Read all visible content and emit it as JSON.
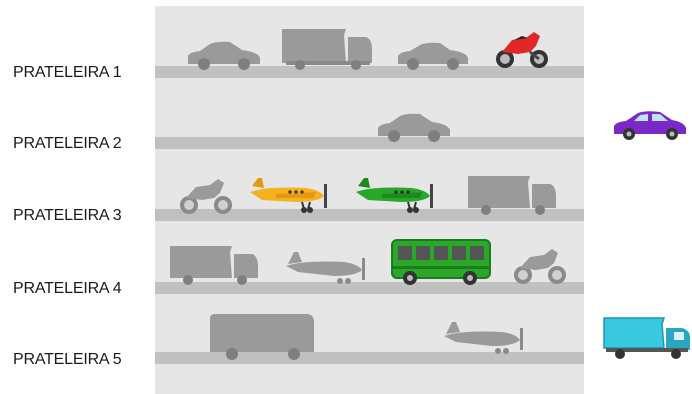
{
  "shelves": [
    {
      "label": "PRATELEIRA 1"
    },
    {
      "label": "PRATELEIRA 2"
    },
    {
      "label": "PRATELEIRA 3"
    },
    {
      "label": "PRATELEIRA 4"
    },
    {
      "label": "PRATELEIRA 5"
    }
  ],
  "colors": {
    "panel": "#e6e6e6",
    "shelf": "#c0c0c0",
    "silhouette": "#9a9a9a",
    "motorcycle": "#e02828",
    "car": "#7a28c8",
    "plane_yellow": "#f5b21e",
    "plane_green": "#28a828",
    "bus": "#2aa828",
    "truck": "#38c8e0"
  },
  "vehicles": {
    "shelf_1": [
      "car-silhouette",
      "truck-silhouette",
      "car-silhouette",
      "motorcycle-red"
    ],
    "shelf_2": [
      "car-silhouette"
    ],
    "shelf_3": [
      "motorcycle-silhouette",
      "airplane-yellow",
      "airplane-green",
      "truck-silhouette"
    ],
    "shelf_4": [
      "truck-silhouette",
      "airplane-silhouette",
      "bus-green",
      "motorcycle-silhouette"
    ],
    "shelf_5": [
      "bus-silhouette",
      "airplane-silhouette"
    ],
    "outside": [
      "car-purple",
      "truck-cyan"
    ]
  }
}
